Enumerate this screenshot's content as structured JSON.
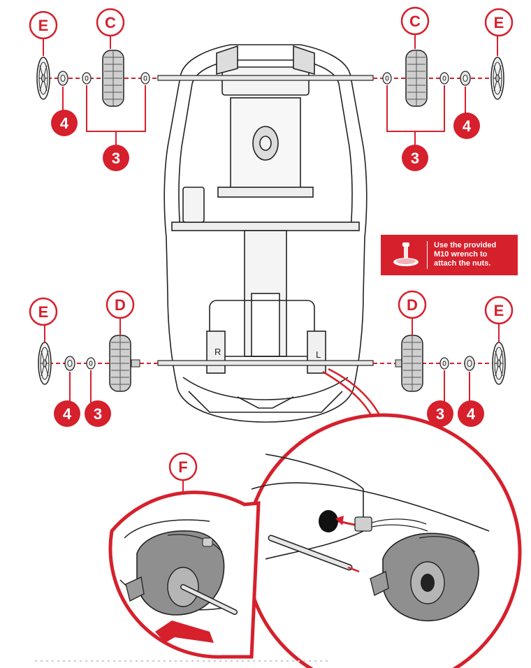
{
  "colors": {
    "accent": "#d6202c",
    "line": "#222222",
    "part": "#bdbdbd",
    "white": "#ffffff"
  },
  "labels": {
    "C": "C",
    "D": "D",
    "E": "E",
    "F": "F",
    "three": "3",
    "four": "4"
  },
  "note": {
    "text": "Use the provided\nM10 wrench to\nattach the nuts.",
    "icon": "wrench-icon"
  },
  "vehicle": {
    "left_mark": "L",
    "right_mark": "R"
  }
}
